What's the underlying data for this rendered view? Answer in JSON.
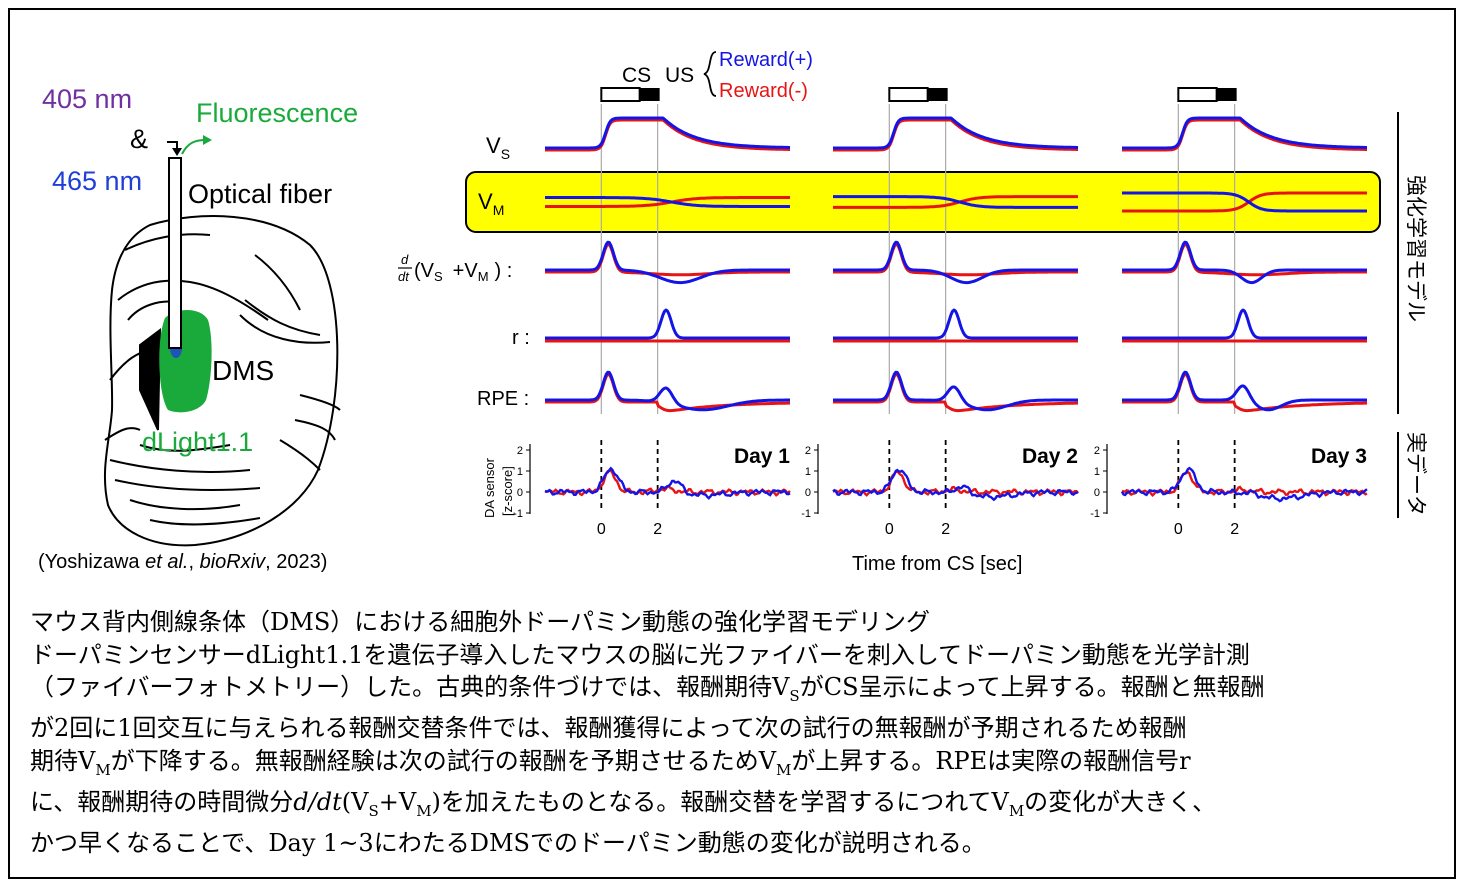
{
  "colors": {
    "reward_plus": "#1414e6",
    "reward_minus": "#e61414",
    "highlight": "#ffff00",
    "dlight": "#1aaa3c",
    "wavelength_405": "#7030a0",
    "wavelength_465": "#1f3fd6",
    "fluorescence": "#1aaa3c",
    "guide": "#aaaaaa"
  },
  "left_panel": {
    "wavelength_405": "405 nm",
    "ampersand": "&",
    "wavelength_465": "465 nm",
    "fluorescence": "Fluorescence",
    "optical_fiber": "Optical fiber",
    "dms": "DMS",
    "sensor": "dLight1.1",
    "citation": {
      "open": "(Yoshizawa ",
      "etal": "et al.",
      "sep1": ", ",
      "journal": "bioRxiv",
      "rest": ", 2023)"
    }
  },
  "legend": {
    "cs": "CS",
    "us": "US",
    "reward_plus": "Reward(+)",
    "reward_minus": "Reward(-)"
  },
  "row_labels": {
    "vs": "V",
    "vs_sub": "S",
    "vm": "V",
    "vm_sub": "M",
    "deriv_num": "d",
    "deriv_den": "dt",
    "deriv_open": "(V",
    "deriv_s": "S",
    "deriv_plus": "+V",
    "deriv_m": "M",
    "deriv_close": ") :",
    "r": "r :",
    "rpe": "RPE :",
    "da_sensor_1": "DA sensor",
    "da_sensor_2": "[z-score]"
  },
  "side_labels": {
    "model": "強化学習モデル",
    "real": "実データ"
  },
  "days": [
    "Day 1",
    "Day 2",
    "Day 3"
  ],
  "da_axis": {
    "yticks": [
      "2",
      "1",
      "0",
      "-1"
    ],
    "xticks": [
      "0",
      "2"
    ]
  },
  "x_axis_label": "Time from CS [sec]",
  "model_params": {
    "vm_separation": [
      0.5,
      0.6,
      1.0
    ],
    "vm_transition_speed": [
      1.0,
      1.3,
      2.0
    ]
  },
  "caption": {
    "title": "マウス背内側線条体（DMS）における細胞外ドーパミン動態の強化学習モデリング",
    "l1": "ドーパミンセンサーdLight1.1を遺伝子導入したマウスの脳に光ファイバーを刺入してドーパミン動態を光学計測",
    "l2_a": "（ファイバーフォトメトリー）した。古典的条件づけでは、報酬期待V",
    "l2_s": "S",
    "l2_b": "がCS呈示によって上昇する。報酬と無報酬",
    "l3": "が2回に1回交互に与えられる報酬交替条件では、報酬獲得によって次の試行の無報酬が予期されるため報酬",
    "l4_a": "期待V",
    "l4_m": "M",
    "l4_b": "が下降する。無報酬経験は次の試行の報酬を予期させるためV",
    "l4_m2": "M",
    "l4_c": "が上昇する。RPEは実際の報酬信号r",
    "l5_a": "に、報酬期待の時間微分",
    "l5_d": "d/dt",
    "l5_b": "(V",
    "l5_s": "S",
    "l5_c": "+V",
    "l5_m": "M",
    "l5_e": ")を加えたものとなる。報酬交替を学習するにつれてV",
    "l5_m2": "M",
    "l5_f": "の変化が大きく、",
    "l6": "かつ早くなることで、Day 1~3にわたるDMSでのドーパミン動態の変化が説明される。"
  }
}
